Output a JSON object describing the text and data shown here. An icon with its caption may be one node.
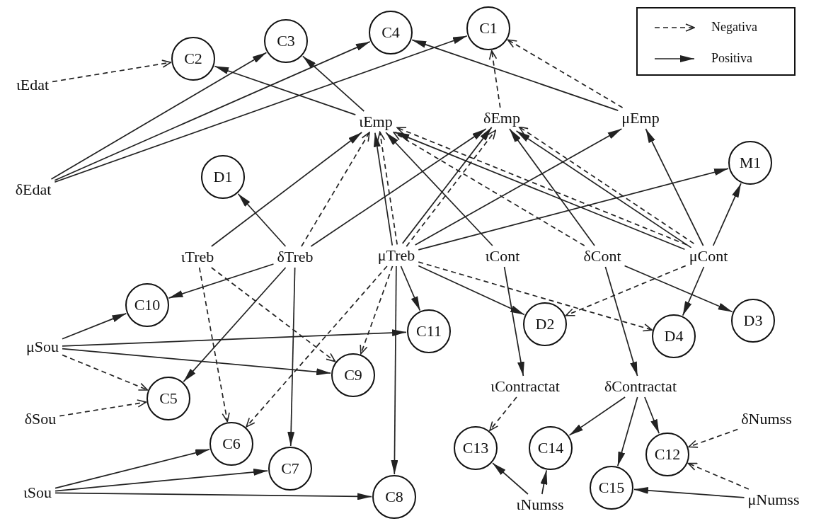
{
  "diagram": {
    "nodes": [
      {
        "text": [
          "C2"
        ]
      },
      {
        "text": [
          "C3"
        ]
      },
      {
        "text": [
          "C4"
        ]
      },
      {
        "text": [
          "C1"
        ]
      },
      {
        "text": [
          "ιEdat"
        ]
      },
      {
        "text": [
          "ιEmp"
        ]
      },
      {
        "text": [
          "δEmp"
        ]
      },
      {
        "text": [
          "μEmp"
        ]
      },
      {
        "text": [
          "δEdat"
        ]
      },
      {
        "text": [
          "D1"
        ]
      },
      {
        "text": [
          "M1"
        ]
      },
      {
        "text": [
          "ιTreb"
        ]
      },
      {
        "text": [
          "δTreb"
        ]
      },
      {
        "text": [
          "μTreb"
        ]
      },
      {
        "text": [
          "ιCont"
        ]
      },
      {
        "text": [
          "δCont"
        ]
      },
      {
        "text": [
          "μCont"
        ]
      },
      {
        "text": [
          "C10"
        ]
      },
      {
        "text": [
          "C11"
        ]
      },
      {
        "text": [
          "D2"
        ]
      },
      {
        "text": [
          "D4"
        ]
      },
      {
        "text": [
          "D3"
        ]
      },
      {
        "text": [
          "μSou"
        ]
      },
      {
        "text": [
          "C9"
        ]
      },
      {
        "text": [
          "C5"
        ]
      },
      {
        "text": [
          "ιContractat"
        ]
      },
      {
        "text": [
          "δContractat"
        ]
      },
      {
        "text": [
          "δSou"
        ]
      },
      {
        "text": [
          "δNumss"
        ]
      },
      {
        "text": [
          "C6"
        ]
      },
      {
        "text": [
          "C13"
        ]
      },
      {
        "text": [
          "C14"
        ]
      },
      {
        "text": [
          "C12"
        ]
      },
      {
        "text": [
          "C7"
        ]
      },
      {
        "text": [
          "C15"
        ]
      },
      {
        "text": [
          "ιSou"
        ]
      },
      {
        "text": [
          "C8"
        ]
      },
      {
        "text": [
          "ιNumss"
        ]
      },
      {
        "text": [
          "μNumss"
        ]
      }
    ],
    "edges": [
      {
        "from": 4,
        "to": 0,
        "arrow": "to",
        "style": "dashed"
      },
      {
        "from": 8,
        "to": 1,
        "arrow": "to"
      },
      {
        "from": 8,
        "to": 2,
        "arrow": "to"
      },
      {
        "from": 8,
        "to": 3,
        "arrow": "to"
      },
      {
        "from": 5,
        "to": 0,
        "arrow": "to"
      },
      {
        "from": 5,
        "to": 1,
        "arrow": "to"
      },
      {
        "from": 7,
        "to": 2,
        "arrow": "to"
      },
      {
        "from": 6,
        "to": 3,
        "arrow": "to",
        "style": "dashed"
      },
      {
        "from": 7,
        "to": 3,
        "arrow": "to",
        "style": "dashed"
      },
      {
        "from": 11,
        "to": 5,
        "arrow": "to"
      },
      {
        "from": 12,
        "to": 5,
        "arrow": "to",
        "style": "dashed"
      },
      {
        "from": 13,
        "to": 5,
        "arrow": "to"
      },
      {
        "from": 13,
        "to": 5,
        "arrow": "to",
        "style": "dashed"
      },
      {
        "from": 14,
        "to": 5,
        "arrow": "to"
      },
      {
        "from": 15,
        "to": 5,
        "arrow": "to",
        "style": "dashed"
      },
      {
        "from": 16,
        "to": 5,
        "arrow": "to"
      },
      {
        "from": 16,
        "to": 5,
        "arrow": "to",
        "style": "dashed"
      },
      {
        "from": 12,
        "to": 6,
        "arrow": "to"
      },
      {
        "from": 13,
        "to": 6,
        "arrow": "to"
      },
      {
        "from": 13,
        "to": 6,
        "arrow": "to",
        "style": "dashed"
      },
      {
        "from": 15,
        "to": 6,
        "arrow": "to"
      },
      {
        "from": 16,
        "to": 6,
        "arrow": "to"
      },
      {
        "from": 16,
        "to": 6,
        "arrow": "to",
        "style": "dashed"
      },
      {
        "from": 13,
        "to": 7,
        "arrow": "to"
      },
      {
        "from": 16,
        "to": 7,
        "arrow": "to"
      },
      {
        "from": 12,
        "to": 9,
        "arrow": "to"
      },
      {
        "from": 13,
        "to": 10,
        "arrow": "to"
      },
      {
        "from": 16,
        "to": 10,
        "arrow": "to"
      },
      {
        "from": 12,
        "to": 17,
        "arrow": "to"
      },
      {
        "from": 11,
        "to": 29,
        "arrow": "to",
        "style": "dashed"
      },
      {
        "from": 11,
        "to": 23,
        "arrow": "to",
        "style": "dashed"
      },
      {
        "from": 12,
        "to": 24,
        "arrow": "to"
      },
      {
        "from": 12,
        "to": 33,
        "arrow": "to"
      },
      {
        "from": 13,
        "to": 29,
        "arrow": "to",
        "style": "dashed"
      },
      {
        "from": 13,
        "to": 23,
        "arrow": "to",
        "style": "dashed"
      },
      {
        "from": 13,
        "to": 36,
        "arrow": "to"
      },
      {
        "from": 13,
        "to": 18,
        "arrow": "to"
      },
      {
        "from": 13,
        "to": 19,
        "arrow": "to"
      },
      {
        "from": 13,
        "to": 20,
        "arrow": "to",
        "style": "dashed"
      },
      {
        "from": 16,
        "to": 19,
        "arrow": "to",
        "style": "dashed"
      },
      {
        "from": 16,
        "to": 20,
        "arrow": "to"
      },
      {
        "from": 15,
        "to": 21,
        "arrow": "to"
      },
      {
        "from": 14,
        "to": 25,
        "arrow": "to"
      },
      {
        "from": 15,
        "to": 26,
        "arrow": "to"
      },
      {
        "from": 22,
        "to": 17,
        "arrow": "to"
      },
      {
        "from": 22,
        "to": 18,
        "arrow": "to"
      },
      {
        "from": 22,
        "to": 23,
        "arrow": "to"
      },
      {
        "from": 22,
        "to": 24,
        "arrow": "to",
        "style": "dashed"
      },
      {
        "from": 27,
        "to": 24,
        "arrow": "to",
        "style": "dashed"
      },
      {
        "from": 35,
        "to": 29,
        "arrow": "to"
      },
      {
        "from": 35,
        "to": 33,
        "arrow": "to"
      },
      {
        "from": 35,
        "to": 36,
        "arrow": "to"
      },
      {
        "from": 25,
        "to": 30,
        "arrow": "to",
        "style": "dashed"
      },
      {
        "from": 26,
        "to": 31,
        "arrow": "to"
      },
      {
        "from": 26,
        "to": 34,
        "arrow": "to"
      },
      {
        "from": 26,
        "to": 32,
        "arrow": "to"
      },
      {
        "from": 28,
        "to": 32,
        "arrow": "to",
        "style": "dashed"
      },
      {
        "from": 38,
        "to": 32,
        "arrow": "to",
        "style": "dashed"
      },
      {
        "from": 38,
        "to": 34,
        "arrow": "to"
      },
      {
        "from": 37,
        "to": 30,
        "arrow": "to"
      },
      {
        "from": 37,
        "to": 31,
        "arrow": "to"
      }
    ],
    "legend": [
      {
        "text": "Negativa"
      },
      {
        "text": "Positiva"
      }
    ]
  }
}
